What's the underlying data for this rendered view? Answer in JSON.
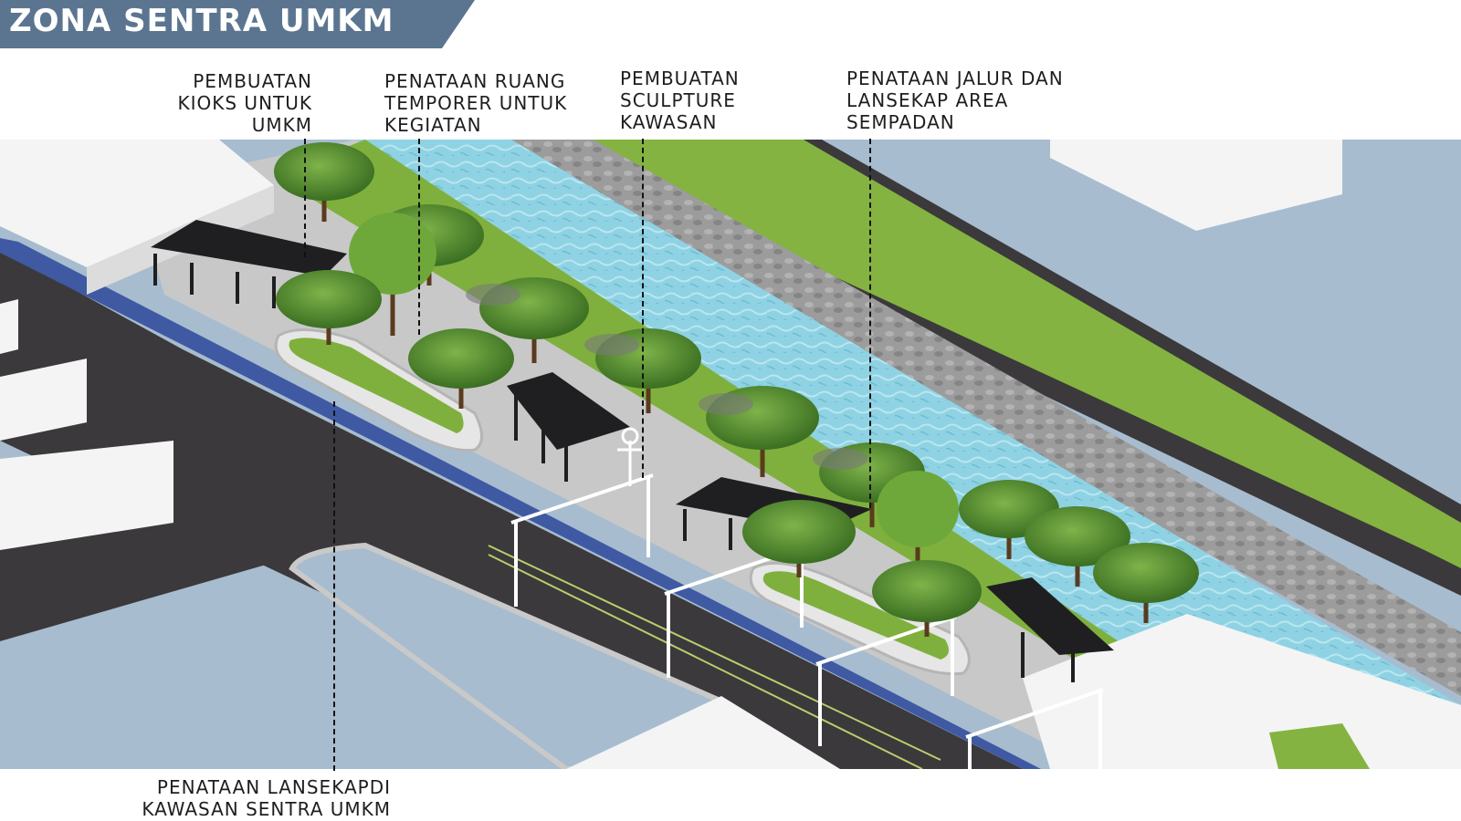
{
  "title": "ZONA SENTRA UMKM",
  "callouts": {
    "kiosk": "PEMBUATAN\nKIOKS UNTUK\nUMKM",
    "temporary_space": "PENATAAN RUANG\nTEMPORER UNTUK\nKEGIATAN",
    "sculpture": "PEMBUATAN\nSCULPTURE\nKAWASAN",
    "riverbank": "PENATAAN JALUR DAN\nLANSEKAP AREA\nSEMPADAN",
    "landscape": "PENATAAN LANSEKAPDI\nKAWASAN SENTRA UMKM"
  },
  "colors": {
    "title_banner": "#5b7591",
    "sky_block": "#a7bccf",
    "road": "#3b393b",
    "bike_lane": "#3f5aa3",
    "water": "#8fd2e3",
    "grass": "#84b341",
    "stone_embankment": "#9a9a9a",
    "plaza": "#c8c8c8",
    "kiosk_roof": "#1f1f21",
    "tree_canopy": "#4f8a2c",
    "building": "#f4f4f4"
  }
}
